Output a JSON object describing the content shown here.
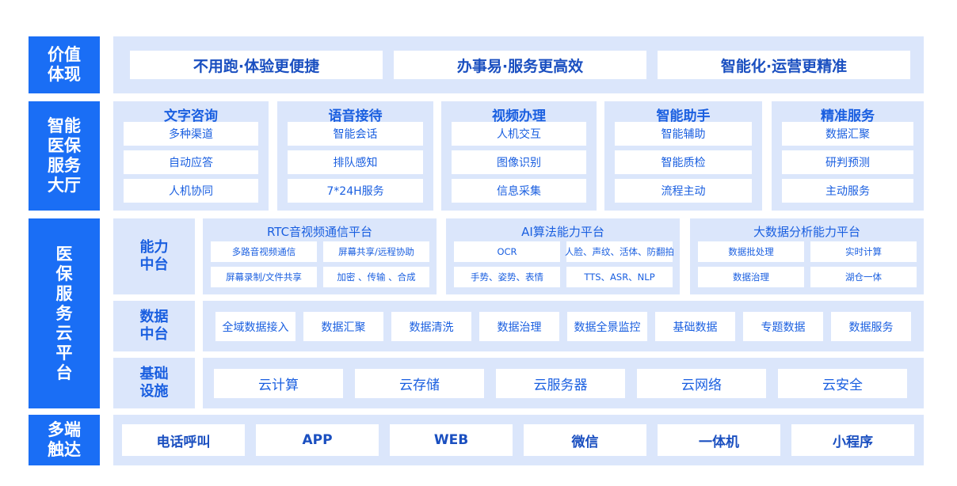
{
  "labels": {
    "value": "价值\n体现",
    "hall": "智能\n医保\n服务\n大厅",
    "cloud": "医\n保\n服\n务\n云\n平\n台",
    "touch": "多端\n触达"
  },
  "value_items": [
    "不用跑·体验更便捷",
    "办事易·服务更高效",
    "智能化·运营更精准"
  ],
  "hall": [
    {
      "title": "文字咨询",
      "items": [
        "多种渠道",
        "自动应答",
        "人机协同"
      ]
    },
    {
      "title": "语音接待",
      "items": [
        "智能会话",
        "排队感知",
        "7*24H服务"
      ]
    },
    {
      "title": "视频办理",
      "items": [
        "人机交互",
        "图像识别",
        "信息采集"
      ]
    },
    {
      "title": "智能助手",
      "items": [
        "智能辅助",
        "智能质检",
        "流程主动"
      ]
    },
    {
      "title": "精准服务",
      "items": [
        "数据汇聚",
        "研判预测",
        "主动服务"
      ]
    }
  ],
  "capability": {
    "label": "能力\n中台",
    "platforms": [
      {
        "title": "RTC音视频通信平台",
        "items": [
          "多路音视频通信",
          "屏幕共享/远程协助",
          "屏幕录制/文件共享",
          "加密 、传输 、合成"
        ]
      },
      {
        "title": "AI算法能力平台",
        "items": [
          "OCR",
          "人脸、声纹、活体、防翻拍",
          "手势、姿势、表情",
          "TTS、ASR、NLP"
        ]
      },
      {
        "title": "大数据分析能力平台",
        "items": [
          "数据批处理",
          "实时计算",
          "数据治理",
          "湖仓一体"
        ]
      }
    ]
  },
  "data_center": {
    "label": "数据\n中台",
    "items": [
      "全域数据接入",
      "数据汇聚",
      "数据清洗",
      "数据治理",
      "数据全景监控",
      "基础数据",
      "专题数据",
      "数据服务"
    ]
  },
  "infra": {
    "label": "基础\n设施",
    "items": [
      "云计算",
      "云存储",
      "云服务器",
      "云网络",
      "云安全"
    ]
  },
  "touch_items": [
    "电话呼叫",
    "APP",
    "WEB",
    "微信",
    "一体机",
    "小程序"
  ]
}
